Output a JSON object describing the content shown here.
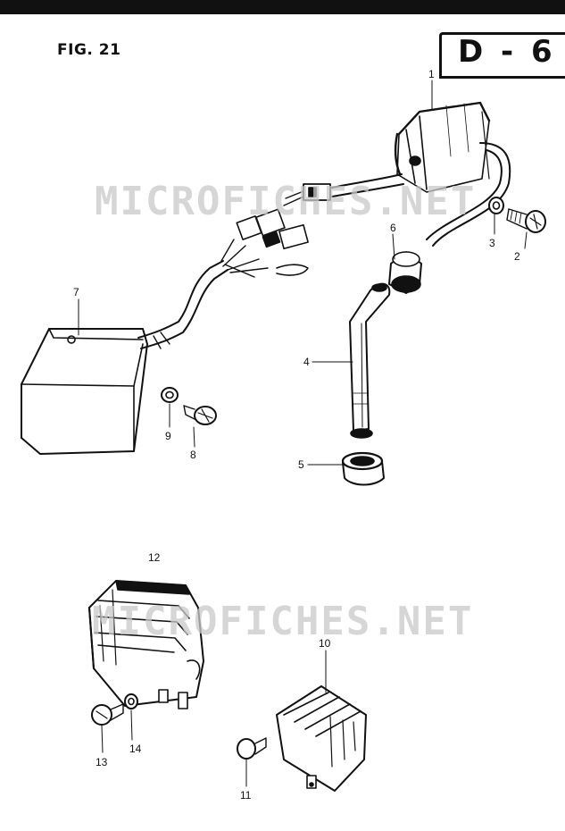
{
  "figure": {
    "title": "FIG. 21",
    "page_code": "D - 6"
  },
  "watermark": {
    "text": "MICROFICHES.NET"
  },
  "callouts": {
    "c1": "1",
    "c2": "2",
    "c3": "3",
    "c4": "4",
    "c5": "5",
    "c6": "6",
    "c7": "7",
    "c8": "8",
    "c9": "9",
    "c10": "10",
    "c11": "11",
    "c12": "12",
    "c13": "13",
    "c14": "14"
  },
  "colors": {
    "ink": "#111111",
    "watermark": "#c9c9c9",
    "background": "#ffffff"
  }
}
